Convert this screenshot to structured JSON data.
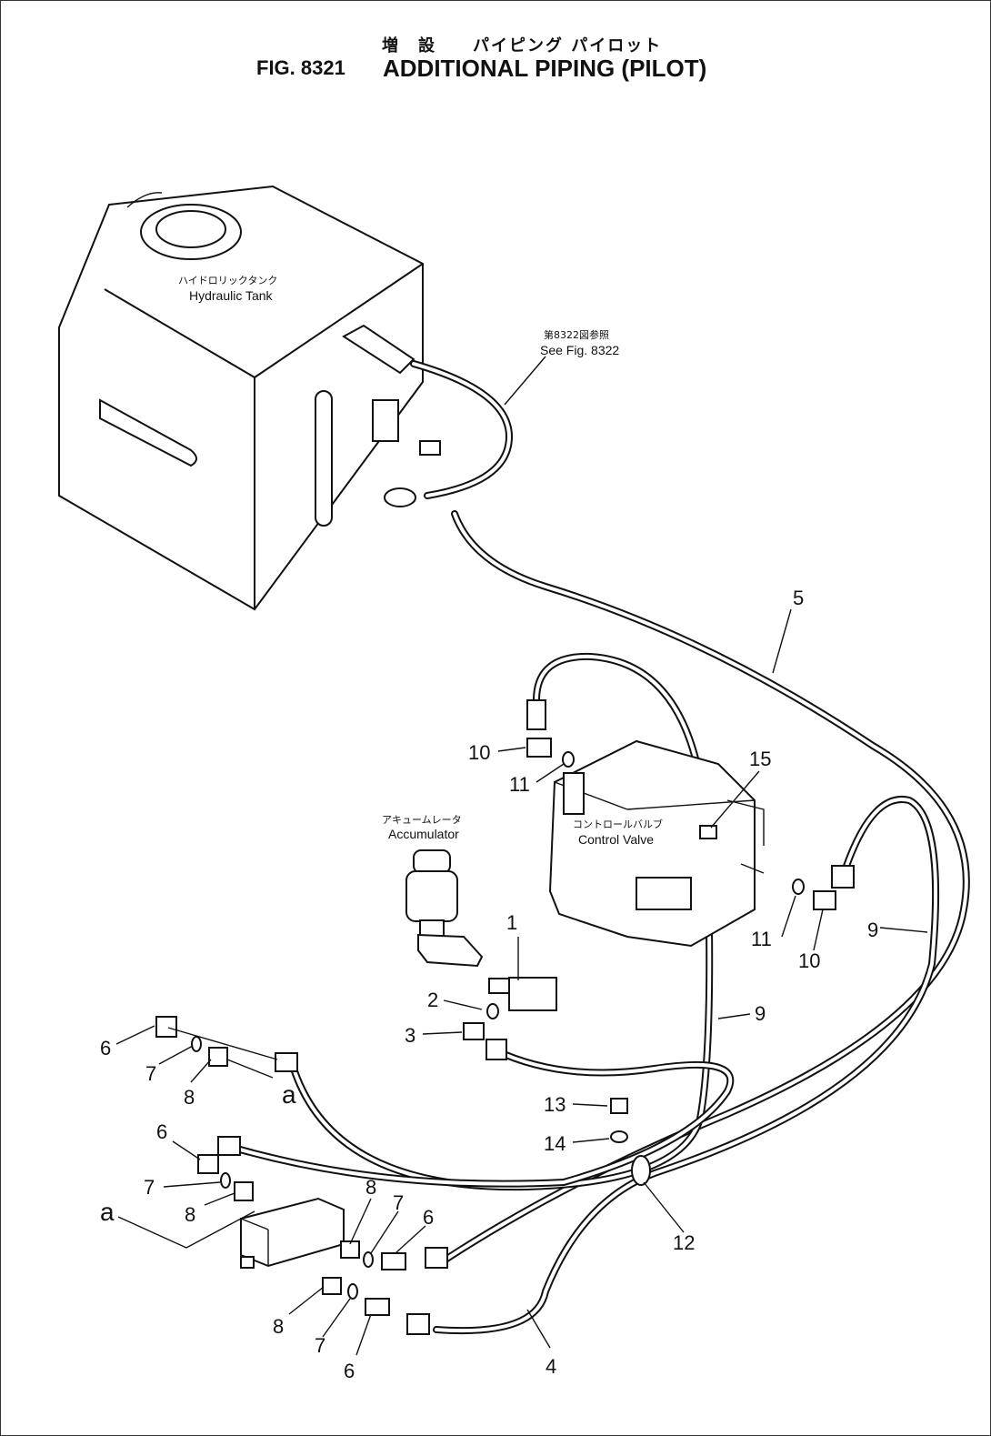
{
  "header": {
    "title_jp": "増　設　　パイピング パイロット",
    "fig_number": "FIG. 8321",
    "title": "ADDITIONAL PIPING (PILOT)"
  },
  "components": {
    "hydraulic_tank": {
      "label_jp": "ハイドロリックタンク",
      "label_en": "Hydraulic Tank"
    },
    "reference": {
      "label_jp": "第8322図参照",
      "label_en": "See Fig. 8322"
    },
    "control_valve": {
      "label_jp": "コントロールバルブ",
      "label_en": "Control Valve"
    },
    "accumulator": {
      "label_jp": "アキュームレータ",
      "label_en": "Accumulator"
    }
  },
  "callouts": {
    "c1": "1",
    "c2": "2",
    "c3": "3",
    "c4": "4",
    "c5": "5",
    "c6a": "6",
    "c6b": "6",
    "c6c": "6",
    "c6d": "6",
    "c7a": "7",
    "c7b": "7",
    "c7c": "7",
    "c7d": "7",
    "c8a": "8",
    "c8b": "8",
    "c8c": "8",
    "c8d": "8",
    "c9a": "9",
    "c9b": "9",
    "c10a": "10",
    "c10b": "10",
    "c11a": "11",
    "c11b": "11",
    "c12": "12",
    "c13": "13",
    "c14": "14",
    "c15": "15",
    "ref_a1": "a",
    "ref_a2": "a"
  }
}
